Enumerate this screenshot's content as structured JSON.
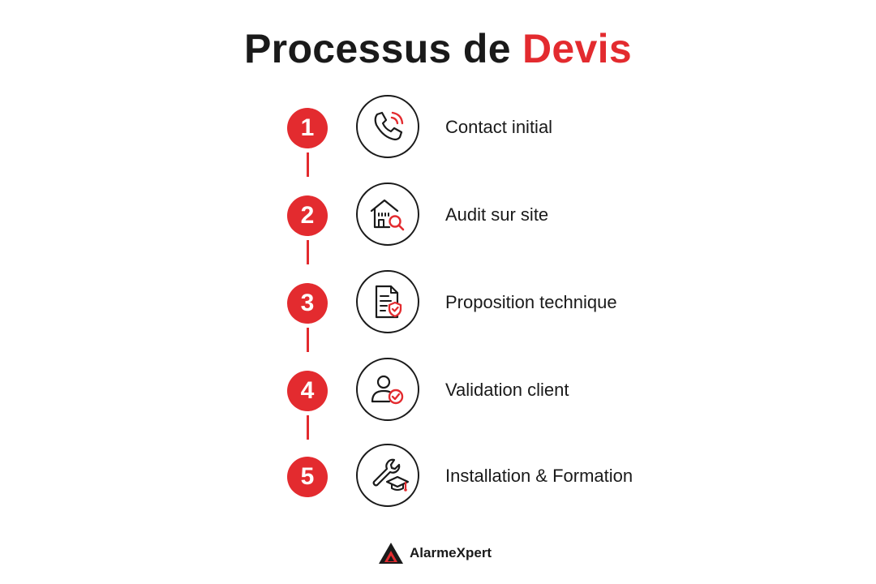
{
  "title": {
    "main": "Processus de",
    "accent": "Devis"
  },
  "colors": {
    "accent": "#e32b2f",
    "ink": "#1a1a1a"
  },
  "steps": [
    {
      "number": "1",
      "label": "Contact initial",
      "icon": "phone-icon"
    },
    {
      "number": "2",
      "label": "Audit sur site",
      "icon": "building-search-icon"
    },
    {
      "number": "3",
      "label": "Proposition technique",
      "icon": "document-shield-icon"
    },
    {
      "number": "4",
      "label": "Validation client",
      "icon": "user-check-icon"
    },
    {
      "number": "5",
      "label": "Installation & Formation",
      "icon": "wrench-graduation-icon"
    }
  ],
  "brand": {
    "name": "AlarmeXpert",
    "icon": "alarmexpert-logo-icon"
  }
}
